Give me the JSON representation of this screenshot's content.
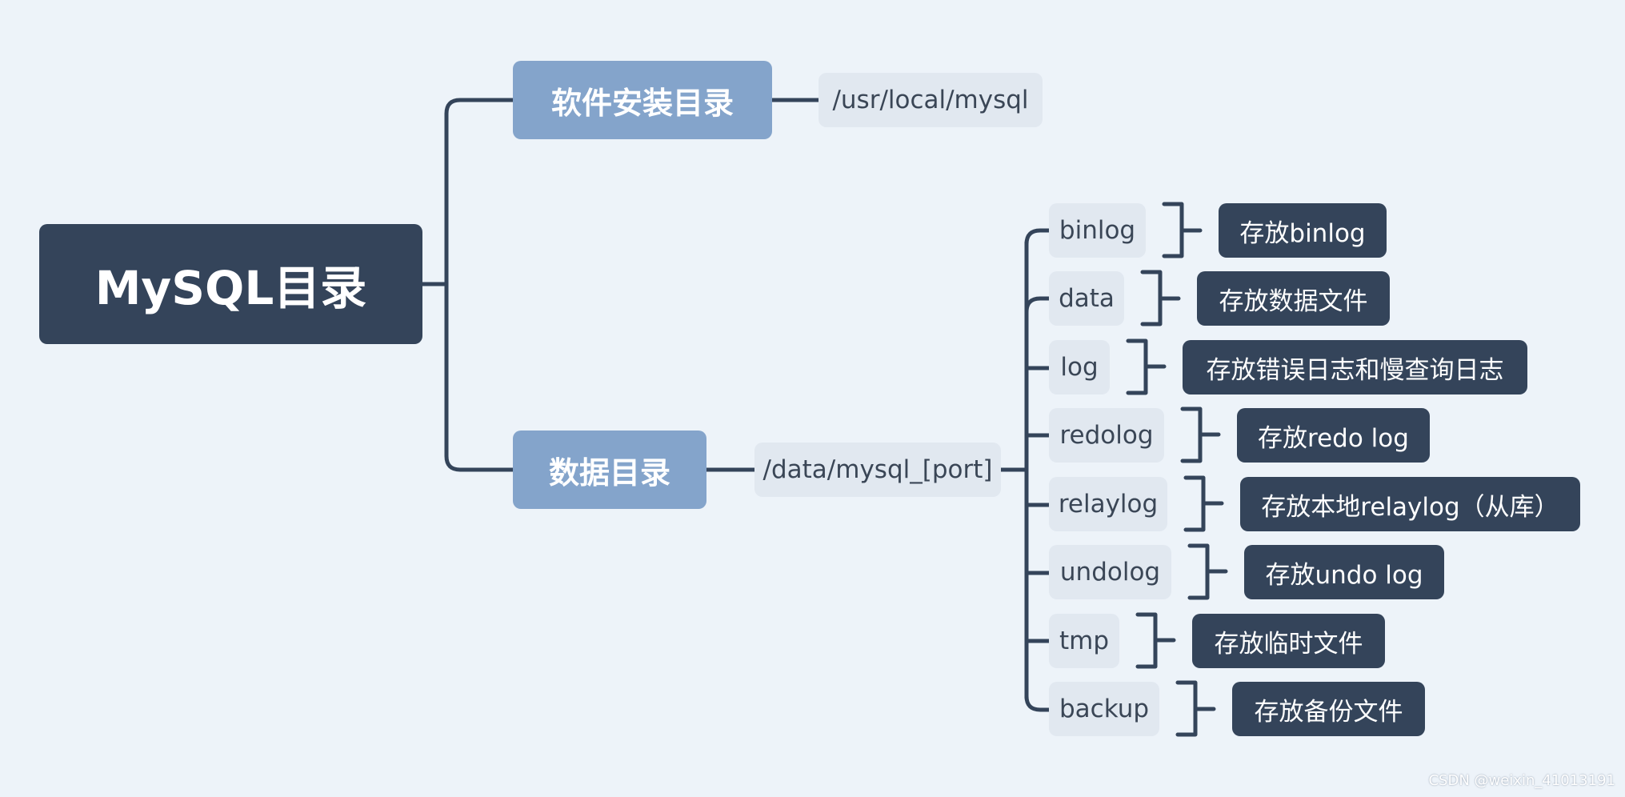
{
  "root": {
    "label": "MySQL目录"
  },
  "branches": [
    {
      "label": "软件安装目录",
      "path": "/usr/local/mysql"
    },
    {
      "label": "数据目录",
      "path": "/data/mysql_[port]"
    }
  ],
  "subdirs": [
    {
      "name": "binlog",
      "desc": "存放binlog"
    },
    {
      "name": "data",
      "desc": "存放数据文件"
    },
    {
      "name": "log",
      "desc": "存放错误日志和慢查询日志"
    },
    {
      "name": "redolog",
      "desc": "存放redo log"
    },
    {
      "name": "relaylog",
      "desc": "存放本地relaylog（从库）"
    },
    {
      "name": "undolog",
      "desc": "存放undo log"
    },
    {
      "name": "tmp",
      "desc": "存放临时文件"
    },
    {
      "name": "backup",
      "desc": "存放备份文件"
    }
  ],
  "watermark": "CSDN @weixin_41013191",
  "colors": {
    "background": "#edf3f9",
    "dark": "#34445a",
    "accent": "#84a4cb",
    "light": "#e1e8f0"
  }
}
